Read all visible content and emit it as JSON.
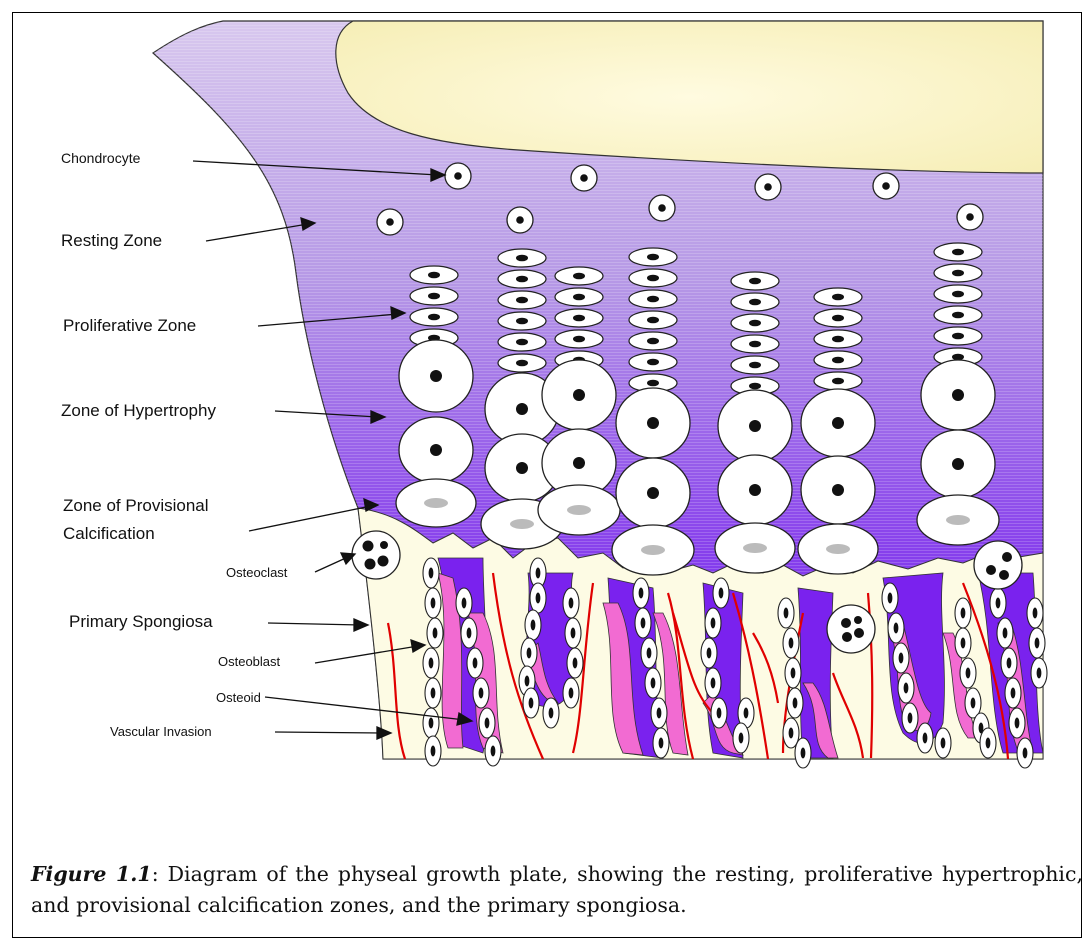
{
  "labels": {
    "chondrocyte": "Chondrocyte",
    "resting_zone": "Resting Zone",
    "proliferative_zone": "Proliferative Zone",
    "zone_hypertrophy": "Zone of Hypertrophy",
    "zone_provisional_1": "Zone of Provisional",
    "zone_provisional_2": "Calcification",
    "osteoclast": "Osteoclast",
    "primary_spongiosa": "Primary Spongiosa",
    "osteoblast": "Osteoblast",
    "osteoid": "Osteoid",
    "vascular_invasion": "Vascular Invasion"
  },
  "caption": {
    "figure_ref": "Figure 1.1",
    "text": ": Diagram of the physeal growth plate, showing the resting, proliferative hypertrophic, and provisional calcification zones, and the primary spongiosa."
  },
  "colors": {
    "bone": "#fbf6c7",
    "cartilage_top": "#c9b3e6",
    "cartilage_bottom": "#6a14e8",
    "spongiosa": "#fdfbe4",
    "osteoid": "#f06ad0",
    "vessel": "#e00000"
  }
}
